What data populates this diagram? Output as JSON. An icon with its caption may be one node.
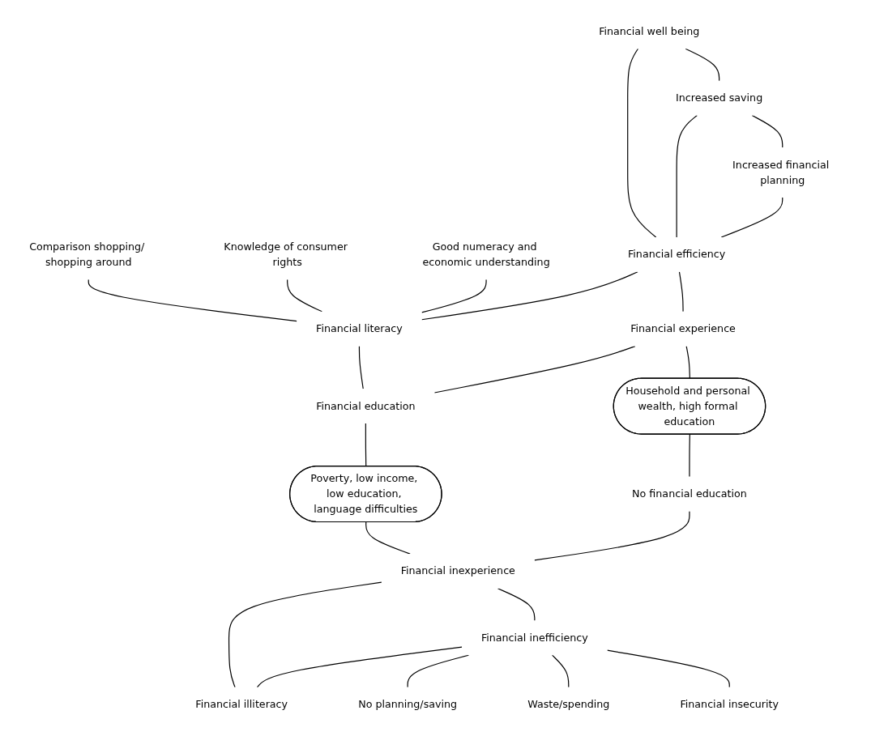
{
  "diagram": {
    "nodes": [
      {
        "text": [
          "Comparison shopping/ shopping around"
        ]
      },
      {
        "text": [
          "Knowledge of consumer rights"
        ]
      },
      {
        "text": [
          "Good numeracy and economic understanding"
        ]
      },
      {
        "text": [
          "Financial literacy"
        ]
      },
      {
        "text": [
          "Financial well being"
        ]
      },
      {
        "text": [
          "Increased saving"
        ]
      },
      {
        "text": [
          "Increased financial planning"
        ]
      },
      {
        "text": [
          "Financial efficiency"
        ]
      },
      {
        "text": [
          "Financial education"
        ]
      },
      {
        "text": [
          "Financial experience"
        ]
      },
      {
        "text": [
          "Household and personal wealth, high formal education"
        ]
      },
      {
        "text": [
          "Poverty, low income, low education, language difficulties"
        ]
      },
      {
        "text": [
          "No planning/saving"
        ]
      },
      {
        "text": [
          "No financial education"
        ]
      },
      {
        "text": [
          "Financial inexperience"
        ]
      },
      {
        "text": [
          "Financial inefficiency"
        ]
      },
      {
        "text": [
          "Waste/spending"
        ]
      },
      {
        "text": [
          "Financial insecurity"
        ]
      },
      {
        "text": [
          "Financial illiteracy"
        ]
      }
    ],
    "edges": [
      {
        "from": 0,
        "to": 3,
        "arrow": "none"
      },
      {
        "from": 1,
        "to": 3,
        "arrow": "none"
      },
      {
        "from": 2,
        "to": 3,
        "arrow": "none"
      },
      {
        "from": 4,
        "to": 5,
        "arrow": "none"
      },
      {
        "from": 5,
        "to": 6,
        "arrow": "none"
      },
      {
        "from": 4,
        "to": 7,
        "arrow": "none"
      },
      {
        "from": 5,
        "to": 7,
        "arrow": "none"
      },
      {
        "from": 6,
        "to": 7,
        "arrow": "none"
      },
      {
        "from": 7,
        "to": 3,
        "arrow": "none"
      },
      {
        "from": 7,
        "to": 9,
        "arrow": "none"
      },
      {
        "from": 3,
        "to": 8,
        "arrow": "none"
      },
      {
        "from": 9,
        "to": 8,
        "arrow": "none"
      },
      {
        "from": 9,
        "to": 10,
        "arrow": "none"
      },
      {
        "from": 8,
        "to": 11,
        "arrow": "none"
      },
      {
        "from": 10,
        "to": 13,
        "arrow": "none"
      },
      {
        "from": 11,
        "to": 14,
        "arrow": "none"
      },
      {
        "from": 13,
        "to": 14,
        "arrow": "none"
      },
      {
        "from": 14,
        "to": 15,
        "arrow": "none"
      },
      {
        "from": 14,
        "to": 18,
        "arrow": "none"
      },
      {
        "from": 15,
        "to": 18,
        "arrow": "none"
      },
      {
        "from": 15,
        "to": 12,
        "arrow": "none"
      },
      {
        "from": 15,
        "to": 16,
        "arrow": "none"
      },
      {
        "from": 15,
        "to": 17,
        "arrow": "none"
      }
    ]
  }
}
